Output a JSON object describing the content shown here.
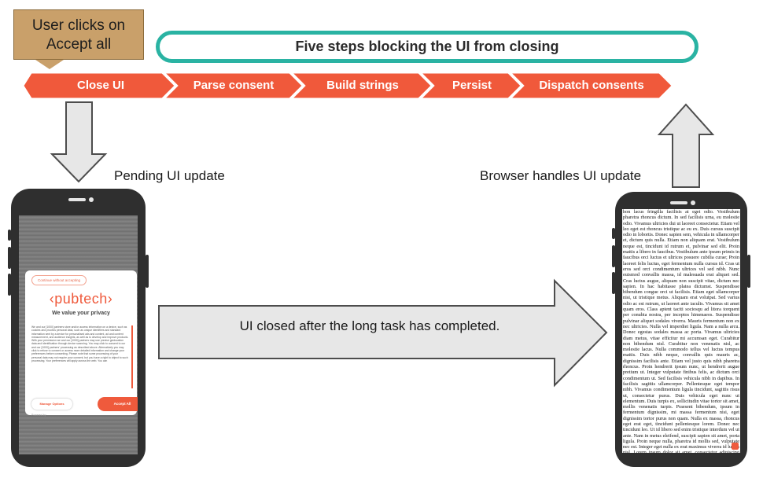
{
  "callout": {
    "line1": "User clicks on",
    "line2": "Accept all"
  },
  "banner": {
    "label": "Five steps blocking the UI from closing"
  },
  "steps": [
    {
      "label": "Close UI"
    },
    {
      "label": "Parse consent"
    },
    {
      "label": "Build strings"
    },
    {
      "label": "Persist"
    },
    {
      "label": "Dispatch consents"
    }
  ],
  "labels": {
    "pending": "Pending UI update",
    "browser": "Browser handles UI update",
    "middle": "UI closed after the long task has completed."
  },
  "colors": {
    "step_fill": "#f0593b",
    "banner_border": "#2ab3a3",
    "callout_fill": "#c9a06a",
    "arrow_fill": "#e7e7e7",
    "arrow_stroke": "#4d4d4d"
  },
  "consent_modal": {
    "continue_label": "Continue without accepting",
    "brand": "‹pubtech›",
    "title": "We value your privacy",
    "body": "We and our [1000] partners store and/or access information on a device, such as cookies and process personal data, such as unique identifiers and standard information sent by a device for personalised ads and content, ad and content measurement, and audience insights, as well as to develop and improve products. With your permission we and our [1000] partners may use precise geolocation data and identification through device scanning. You may click to consent to our and our [1000] partners' processing as described above. Alternatively you may click to refuse to consent or access more detailed information and change your preferences before consenting. Please note that some processing of your personal data may not require your consent, but you have a right to object to such processing. Your preferences will apply across the web. You can",
    "manage_label": "Manage Options",
    "accept_label": "Accept All",
    "powered_by": "Powered by"
  },
  "article": {
    "text": "hon lacus fringilla facilisis at eget odio. Vestibulum pharetra rhoncus dictum. In sed facilisis urna, eu molestie odio. Vivamus ultricies dui ut laoreet consectetur. Etiam vel leo eget est rhoncus tristique ac eu ex. Duis cursus suscipit odio in lobortis. Donec sapien sem, vehicula in ullamcorper et, dictum quis nulla. Etiam non aliquam erat. Vestibulum neque est, tincidunt id rutrum et, pulvinar sed elit. Proin mattis a libero in faucibus. Vestibulum ante ipsum primis in faucibus orci luctus et ultrices posuere cubilia curae; Proin laoreet felis luctus, eget fermentum nulla cursus id. Cras ut eros sed orci condimentum ultrices vel sed nibh. Nunc euismod convallis massa, id malesuada erat aliquet sed. Cras luctus augue, aliquam non suscipit vitae, dictum nec sapien. In hac habitasse platea dictumst. Suspendisse bibendum congue orci ut facilisis. Etiam eget ullamcorper nisi, ut tristique metus. Aliquam erat volutpat. Sed varius odio ac est rutrum, ut laoreet ante iaculis. Vivamus sit amet quam eros. Class aptent taciti sociosqu ad litora torquent per conubia nostra, per inceptos himenaeos. Suspendisse pulvinar aliquet sodales viverra. Mauris fermentum non ex nec ultricies. Nulla vel imperdiet ligula. Nam a nulla arcu. Donec egestas sodales massa ac porta. Vivamus ultricies diam metus, vitae efficitur mi accumsan eget. Curabitur non bibendum nisl. Curabitur non venenatis nisl, ac molestie lacus. Nulla commodo tellus vel luctus tempus mattis. Duis nibh neque, convallis quis mauris ac, dignissim facilisis ante. Etiam vel justo quis nibh pharetra rhoncus. Proin hendrerit ipsum nunc, ut hendrerit augue pretium ut. Integer vulputate finibus felis, ac dictum orci condimentum ut. Sed facilisis vehicula nibh in dapibus. In facilisis sagittis ullamcorper. Pellentesque eget tempor nibh. Vivamus condimentum ligula tincidunt, sagittis risus ut, consectetur purus. Duis vehicula eget nunc ut elementum. Duis turpis ex, sollicitudin vitae tortor sit amet, mollis venenatis turpis. Praesent bibendum, ipsum in fermentum dignissim, mi massa fermentum nisi, eget dignissim tortor purus non quam. Nulla ex massa, rhoncus eget erat eget, tincidunt pellentesque lorem. Donec nec tincidunt leo. Ut id libero sed enim tristique interdum vel ut ante. Nam in metus eleifend, suscipit sapien sit amet, porta ligula. Proin neque nulla, pharetra id mollis sed, vulputate nec est. Integer eget nulla ex erat maximus viverra id luctus nisl. Lorem ipsum dolor sit amet, consectetur adipiscing elit. Aliquam a enim vel nibh sodales sagittis non eleifend felis. Sed id tellus massa"
  }
}
